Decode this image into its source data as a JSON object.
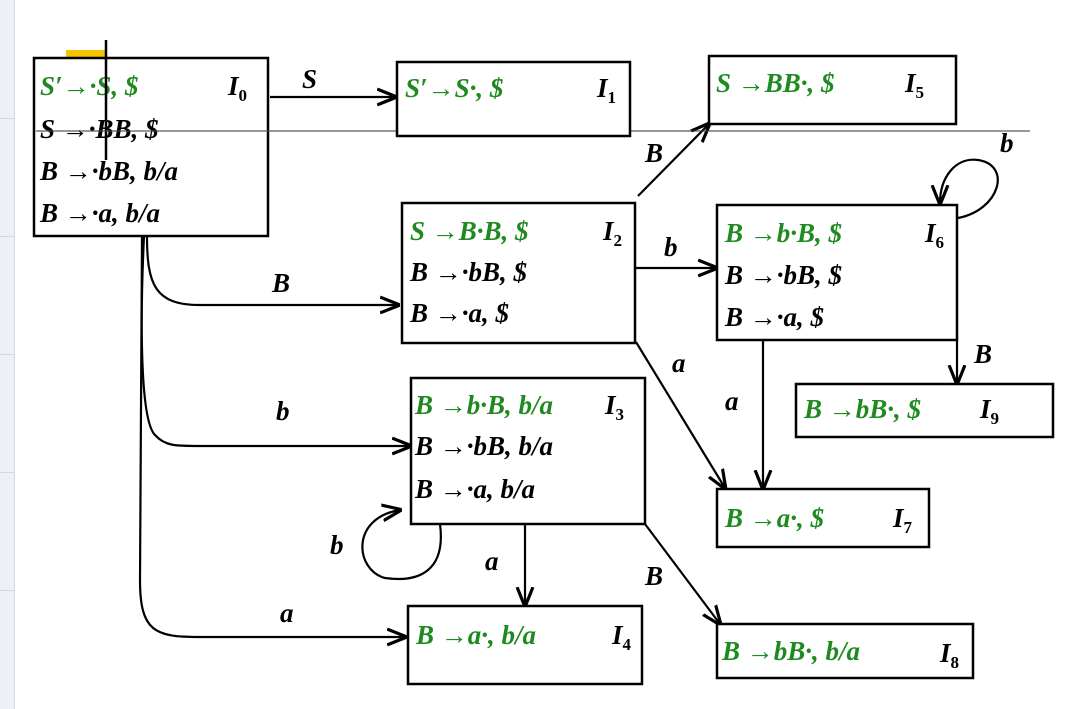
{
  "colors": {
    "kernel": "#1f8a1f",
    "closure": "#000000",
    "stroke": "#000000"
  },
  "states": {
    "I0": {
      "name": "I",
      "index": "0",
      "items": [
        {
          "text": "S′→·S, $",
          "kernel": true
        },
        {
          "text": "S →·BB, $",
          "kernel": false
        },
        {
          "text": "B →·bB, b/a",
          "kernel": false
        },
        {
          "text": "B →·a, b/a",
          "kernel": false
        }
      ]
    },
    "I1": {
      "name": "I",
      "index": "1",
      "items": [
        {
          "text": "S′→S·, $",
          "kernel": true
        }
      ]
    },
    "I2": {
      "name": "I",
      "index": "2",
      "items": [
        {
          "text": "S →B·B, $",
          "kernel": true
        },
        {
          "text": "B →·bB, $",
          "kernel": false
        },
        {
          "text": "B →·a, $",
          "kernel": false
        }
      ]
    },
    "I3": {
      "name": "I",
      "index": "3",
      "items": [
        {
          "text": "B →b·B, b/a",
          "kernel": true
        },
        {
          "text": "B →·bB, b/a",
          "kernel": false
        },
        {
          "text": "B →·a, b/a",
          "kernel": false
        }
      ]
    },
    "I4": {
      "name": "I",
      "index": "4",
      "items": [
        {
          "text": "B →a·, b/a",
          "kernel": true
        }
      ]
    },
    "I5": {
      "name": "I",
      "index": "5",
      "items": [
        {
          "text": "S →BB·, $",
          "kernel": true
        }
      ]
    },
    "I6": {
      "name": "I",
      "index": "6",
      "items": [
        {
          "text": "B →b·B, $",
          "kernel": true
        },
        {
          "text": "B →·bB, $",
          "kernel": false
        },
        {
          "text": "B →·a, $",
          "kernel": false
        }
      ]
    },
    "I7": {
      "name": "I",
      "index": "7",
      "items": [
        {
          "text": "B →a·, $",
          "kernel": true
        }
      ]
    },
    "I8": {
      "name": "I",
      "index": "8",
      "items": [
        {
          "text": "B →bB·, b/a",
          "kernel": true
        }
      ]
    },
    "I9": {
      "name": "I",
      "index": "9",
      "items": [
        {
          "text": "B →bB·, $",
          "kernel": true
        }
      ]
    }
  },
  "transitions": [
    {
      "id": "t01",
      "from": "I0",
      "to": "I1",
      "symbol": "S"
    },
    {
      "id": "t02",
      "from": "I0",
      "to": "I2",
      "symbol": "B"
    },
    {
      "id": "t03",
      "from": "I0",
      "to": "I3",
      "symbol": "b"
    },
    {
      "id": "t04",
      "from": "I0",
      "to": "I4",
      "symbol": "a"
    },
    {
      "id": "t25",
      "from": "I2",
      "to": "I5",
      "symbol": "B"
    },
    {
      "id": "t26",
      "from": "I2",
      "to": "I6",
      "symbol": "b"
    },
    {
      "id": "t27",
      "from": "I2",
      "to": "I7",
      "symbol": "a"
    },
    {
      "id": "t33",
      "from": "I3",
      "to": "I3",
      "symbol": "b"
    },
    {
      "id": "t34",
      "from": "I3",
      "to": "I4",
      "symbol": "a"
    },
    {
      "id": "t38",
      "from": "I3",
      "to": "I8",
      "symbol": "B"
    },
    {
      "id": "t66",
      "from": "I6",
      "to": "I6",
      "symbol": "b"
    },
    {
      "id": "t67",
      "from": "I6",
      "to": "I7",
      "symbol": "a"
    },
    {
      "id": "t69",
      "from": "I6",
      "to": "I9",
      "symbol": "B"
    }
  ]
}
